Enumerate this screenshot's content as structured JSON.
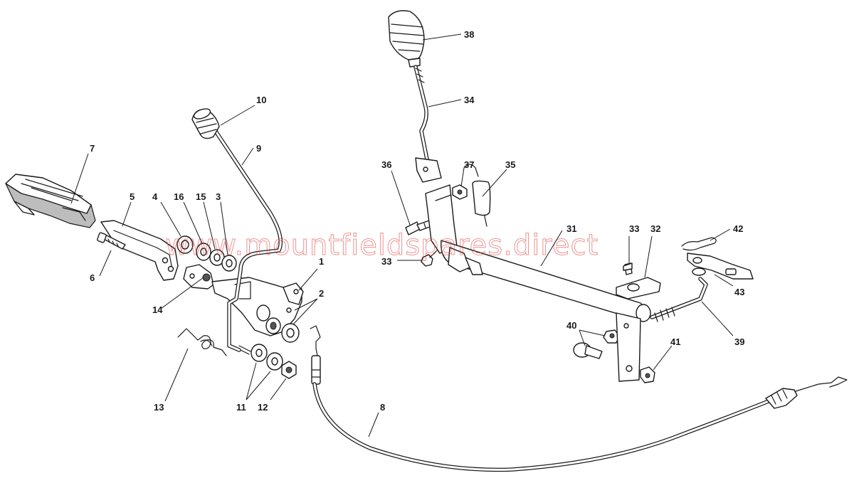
{
  "watermark": "www.mountfieldspares.direct",
  "callouts": [
    {
      "id": "c1",
      "label": "1"
    },
    {
      "id": "c2",
      "label": "2"
    },
    {
      "id": "c3",
      "label": "3"
    },
    {
      "id": "c4",
      "label": "4"
    },
    {
      "id": "c5",
      "label": "5"
    },
    {
      "id": "c6",
      "label": "6"
    },
    {
      "id": "c7",
      "label": "7"
    },
    {
      "id": "c8",
      "label": "8"
    },
    {
      "id": "c9",
      "label": "9"
    },
    {
      "id": "c10",
      "label": "10"
    },
    {
      "id": "c11",
      "label": "11"
    },
    {
      "id": "c12",
      "label": "12"
    },
    {
      "id": "c13",
      "label": "13"
    },
    {
      "id": "c14",
      "label": "14"
    },
    {
      "id": "c15",
      "label": "15"
    },
    {
      "id": "c16",
      "label": "16"
    },
    {
      "id": "c31",
      "label": "31"
    },
    {
      "id": "c32",
      "label": "32"
    },
    {
      "id": "c33a",
      "label": "33"
    },
    {
      "id": "c33b",
      "label": "33"
    },
    {
      "id": "c34",
      "label": "34"
    },
    {
      "id": "c35",
      "label": "35"
    },
    {
      "id": "c36",
      "label": "36"
    },
    {
      "id": "c37",
      "label": "37"
    },
    {
      "id": "c38",
      "label": "38"
    },
    {
      "id": "c39",
      "label": "39"
    },
    {
      "id": "c40",
      "label": "40"
    },
    {
      "id": "c41",
      "label": "41"
    },
    {
      "id": "c42",
      "label": "42"
    },
    {
      "id": "c43",
      "label": "43"
    }
  ]
}
